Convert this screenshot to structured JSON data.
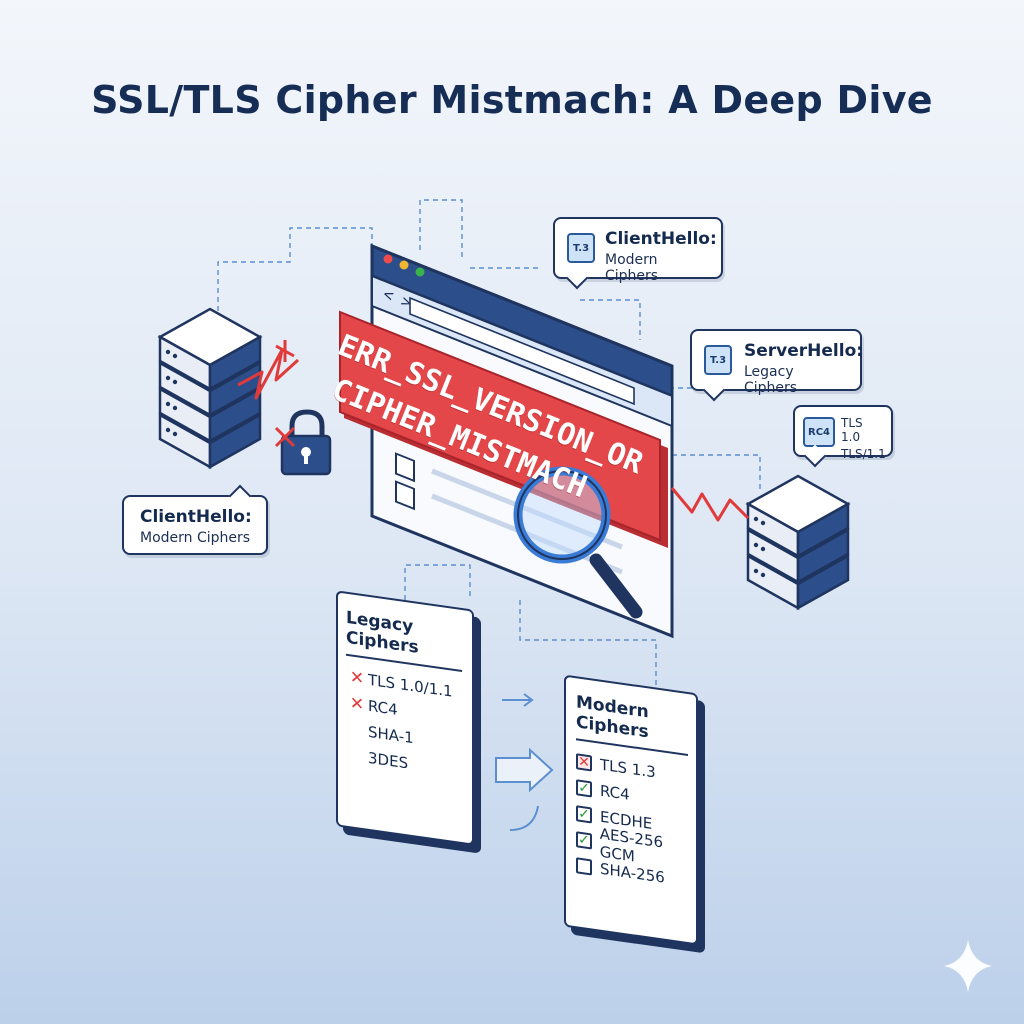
{
  "title": "SSL/TLS Cipher Mistmach: A Deep Dive",
  "error_banner": {
    "line1": "ERR_SSL_VERSION_OR",
    "line2": "CIPHER_MISTMACH"
  },
  "callouts": {
    "client_top": {
      "icon": "T.3",
      "title": "ClientHello:",
      "subtitle": "Modern Ciphers"
    },
    "server_top": {
      "icon": "T.3",
      "title": "ServerHello:",
      "subtitle": "Legacy Ciphers"
    },
    "server_versions": {
      "icon": "RC4",
      "line1": "TLS 1.0",
      "line2": "TLS/1.1"
    },
    "client_left": {
      "title": "ClientHello:",
      "subtitle": "Modern Ciphers"
    }
  },
  "legacy_card": {
    "title": "Legacy Ciphers",
    "items": [
      {
        "label": "TLS 1.0/1.1",
        "mark": "x"
      },
      {
        "label": "RC4",
        "mark": "x"
      },
      {
        "label": "SHA-1",
        "mark": "none"
      },
      {
        "label": "3DES",
        "mark": "none"
      }
    ]
  },
  "modern_card": {
    "title": "Modern Ciphers",
    "items": [
      {
        "label": "TLS 1.3",
        "mark": "x"
      },
      {
        "label": "RC4",
        "mark": "check"
      },
      {
        "label": "ECDHE",
        "mark": "check"
      },
      {
        "label": "AES-256 GCM",
        "mark": "check"
      },
      {
        "label": "SHA-256",
        "mark": "empty"
      }
    ]
  },
  "icons": {
    "client_server": "server-stack-icon",
    "remote_server": "server-stack-icon",
    "lock": "padlock-icon",
    "magnifier": "magnifying-glass-icon",
    "sparkle": "sparkle-icon"
  },
  "colors": {
    "navy": "#1f3560",
    "error_red": "#e4474a",
    "accent_blue": "#3a7bd5",
    "check_green": "#2e9a3c"
  }
}
